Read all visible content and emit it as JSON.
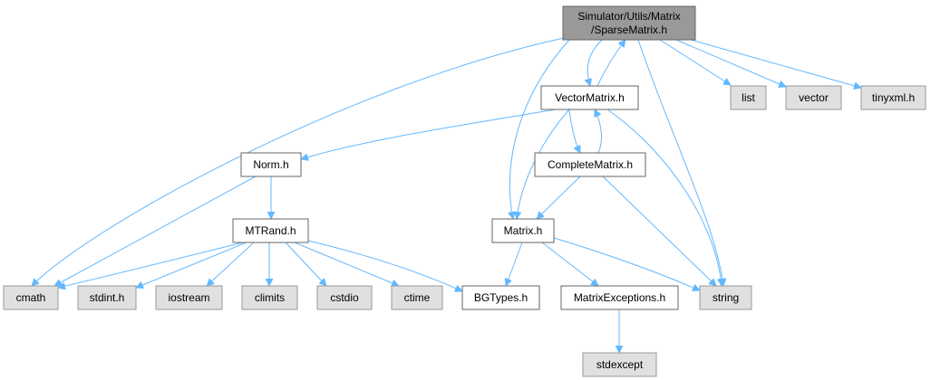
{
  "colors": {
    "edge": "#63b8ff",
    "root_fill": "#999999",
    "root_border": "#666666",
    "local_fill": "#ffffff",
    "local_border": "#666666",
    "system_fill": "#e0e0e0",
    "system_border": "#999999"
  },
  "nodes": [
    {
      "id": "root",
      "kind": "root",
      "lines": [
        "Simulator/Utils/Matrix",
        "/SparseMatrix.h"
      ]
    },
    {
      "id": "vectormatrix",
      "kind": "local",
      "lines": [
        "VectorMatrix.h"
      ]
    },
    {
      "id": "list",
      "kind": "system",
      "lines": [
        "list"
      ]
    },
    {
      "id": "vector",
      "kind": "system",
      "lines": [
        "vector"
      ]
    },
    {
      "id": "tinyxml",
      "kind": "system",
      "lines": [
        "tinyxml.h"
      ]
    },
    {
      "id": "norm",
      "kind": "local",
      "lines": [
        "Norm.h"
      ]
    },
    {
      "id": "completematrix",
      "kind": "local",
      "lines": [
        "CompleteMatrix.h"
      ]
    },
    {
      "id": "mtrand",
      "kind": "local",
      "lines": [
        "MTRand.h"
      ]
    },
    {
      "id": "matrix",
      "kind": "local",
      "lines": [
        "Matrix.h"
      ]
    },
    {
      "id": "cmath",
      "kind": "system",
      "lines": [
        "cmath"
      ]
    },
    {
      "id": "stdint",
      "kind": "system",
      "lines": [
        "stdint.h"
      ]
    },
    {
      "id": "iostream",
      "kind": "system",
      "lines": [
        "iostream"
      ]
    },
    {
      "id": "climits",
      "kind": "system",
      "lines": [
        "climits"
      ]
    },
    {
      "id": "cstdio",
      "kind": "system",
      "lines": [
        "cstdio"
      ]
    },
    {
      "id": "ctime",
      "kind": "system",
      "lines": [
        "ctime"
      ]
    },
    {
      "id": "bgtypes",
      "kind": "local",
      "lines": [
        "BGTypes.h"
      ]
    },
    {
      "id": "matrixexceptions",
      "kind": "local",
      "lines": [
        "MatrixExceptions.h"
      ]
    },
    {
      "id": "string",
      "kind": "system",
      "lines": [
        "string"
      ]
    },
    {
      "id": "stdexcept",
      "kind": "system",
      "lines": [
        "stdexcept"
      ]
    }
  ],
  "edges": [
    {
      "from": "root",
      "to": "vectormatrix"
    },
    {
      "from": "vectormatrix",
      "to": "root"
    },
    {
      "from": "root",
      "to": "list"
    },
    {
      "from": "root",
      "to": "vector"
    },
    {
      "from": "root",
      "to": "tinyxml"
    },
    {
      "from": "root",
      "to": "cmath"
    },
    {
      "from": "root",
      "to": "matrix"
    },
    {
      "from": "root",
      "to": "string"
    },
    {
      "from": "vectormatrix",
      "to": "norm"
    },
    {
      "from": "vectormatrix",
      "to": "completematrix"
    },
    {
      "from": "completematrix",
      "to": "vectormatrix"
    },
    {
      "from": "vectormatrix",
      "to": "matrix"
    },
    {
      "from": "vectormatrix",
      "to": "string"
    },
    {
      "from": "completematrix",
      "to": "matrix"
    },
    {
      "from": "completematrix",
      "to": "string"
    },
    {
      "from": "norm",
      "to": "mtrand"
    },
    {
      "from": "norm",
      "to": "cmath"
    },
    {
      "from": "mtrand",
      "to": "cmath"
    },
    {
      "from": "mtrand",
      "to": "stdint"
    },
    {
      "from": "mtrand",
      "to": "iostream"
    },
    {
      "from": "mtrand",
      "to": "climits"
    },
    {
      "from": "mtrand",
      "to": "cstdio"
    },
    {
      "from": "mtrand",
      "to": "ctime"
    },
    {
      "from": "mtrand",
      "to": "bgtypes"
    },
    {
      "from": "matrix",
      "to": "bgtypes"
    },
    {
      "from": "matrix",
      "to": "matrixexceptions"
    },
    {
      "from": "matrix",
      "to": "string"
    },
    {
      "from": "matrixexceptions",
      "to": "stdexcept"
    }
  ]
}
